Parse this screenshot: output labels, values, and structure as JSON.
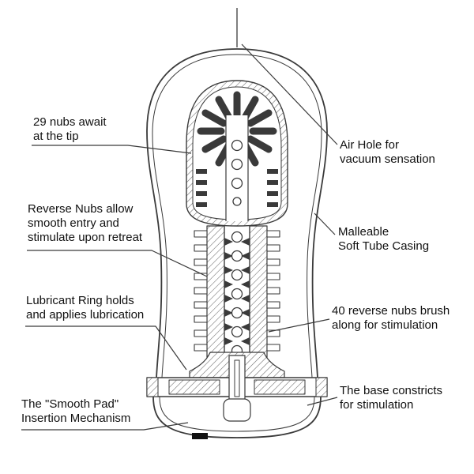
{
  "figure": {
    "background_color": "#ffffff",
    "line_color": "#3a3a3a",
    "text_color": "#111111"
  },
  "labels": {
    "nubs_tip": {
      "lines": [
        "29 nubs await",
        "at the tip"
      ]
    },
    "air_hole": {
      "lines": [
        "Air Hole for",
        "vacuum sensation"
      ]
    },
    "reverse_nubs": {
      "lines": [
        "Reverse Nubs allow",
        "smooth entry and",
        "stimulate upon retreat"
      ]
    },
    "soft_casing": {
      "lines": [
        "Malleable",
        "Soft Tube Casing"
      ]
    },
    "lubricant_ring": {
      "lines": [
        "Lubricant Ring holds",
        "and applies lubrication"
      ]
    },
    "forty_nubs": {
      "lines": [
        "40 reverse nubs brush",
        "along for stimulation"
      ]
    },
    "smooth_pad": {
      "lines": [
        "The \"Smooth Pad\"",
        "Insertion Mechanism"
      ]
    },
    "base_constricts": {
      "lines": [
        "The base constricts",
        "for stimulation"
      ]
    }
  }
}
